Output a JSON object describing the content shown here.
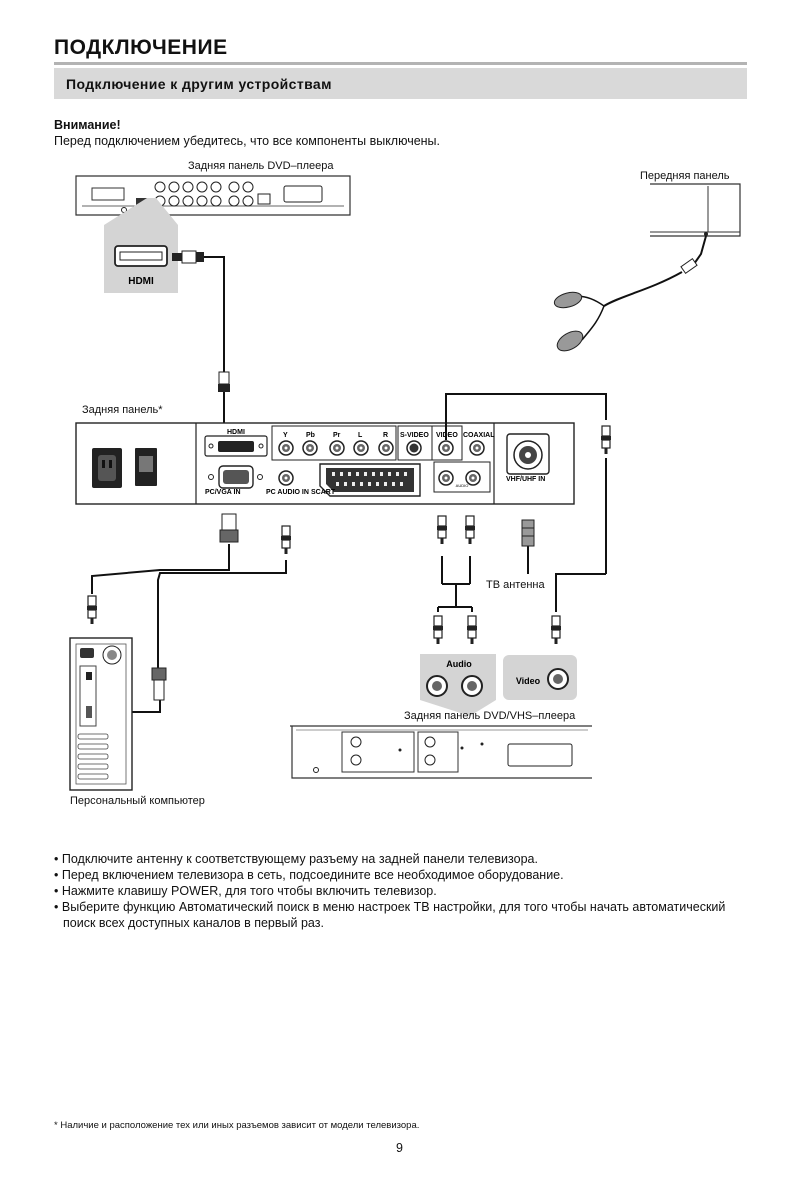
{
  "header": {
    "title": "ПОДКЛЮЧЕНИЕ",
    "section": "Подключение к другим устройствам"
  },
  "warning": {
    "heading": "Внимание!",
    "text": "Перед подключением убедитесь, что все компоненты выключены."
  },
  "diagram": {
    "dvd_rear": "Задняя панель DVD–плеера",
    "front_panel": "Передняя панель",
    "hdmi_badge": "HDMI",
    "tv_rear": "Задняя панель*",
    "port_hdmi": "HDMI",
    "port_pc_vga": "PC/VGA IN",
    "port_pc_audio": "PC AUDIO IN",
    "port_scart": "SCART",
    "port_y": "Y",
    "port_pb": "Pb",
    "port_pr": "Pr",
    "port_l": "L",
    "port_r": "R",
    "port_svideo": "S-VIDEO",
    "port_video": "VIDEO",
    "port_coaxial": "COAXIAL",
    "port_vhf": "VHF/UHF IN",
    "tv_antenna": "ТВ антенна",
    "audio_badge": "Audio",
    "video_badge": "Video",
    "vhs_rear": "Задняя панель DVD/VHS–плеера",
    "pc": "Персональный компьютер"
  },
  "instructions": [
    "Подключите антенну к соответствующему разъему на задней панели телевизора.",
    "Перед включением телевизора в сеть, подсоедините все необходимое оборудование.",
    "Нажмите клавишу POWER, для того чтобы включить телевизор.",
    "Выберите функцию Автоматический поиск в меню настроек ТВ настройки, для того чтобы начать автоматический поиск всех доступных каналов в первый раз."
  ],
  "footnote": "* Наличие и расположение тех или иных разъемов зависит от модели телевизора.",
  "page_number": "9"
}
